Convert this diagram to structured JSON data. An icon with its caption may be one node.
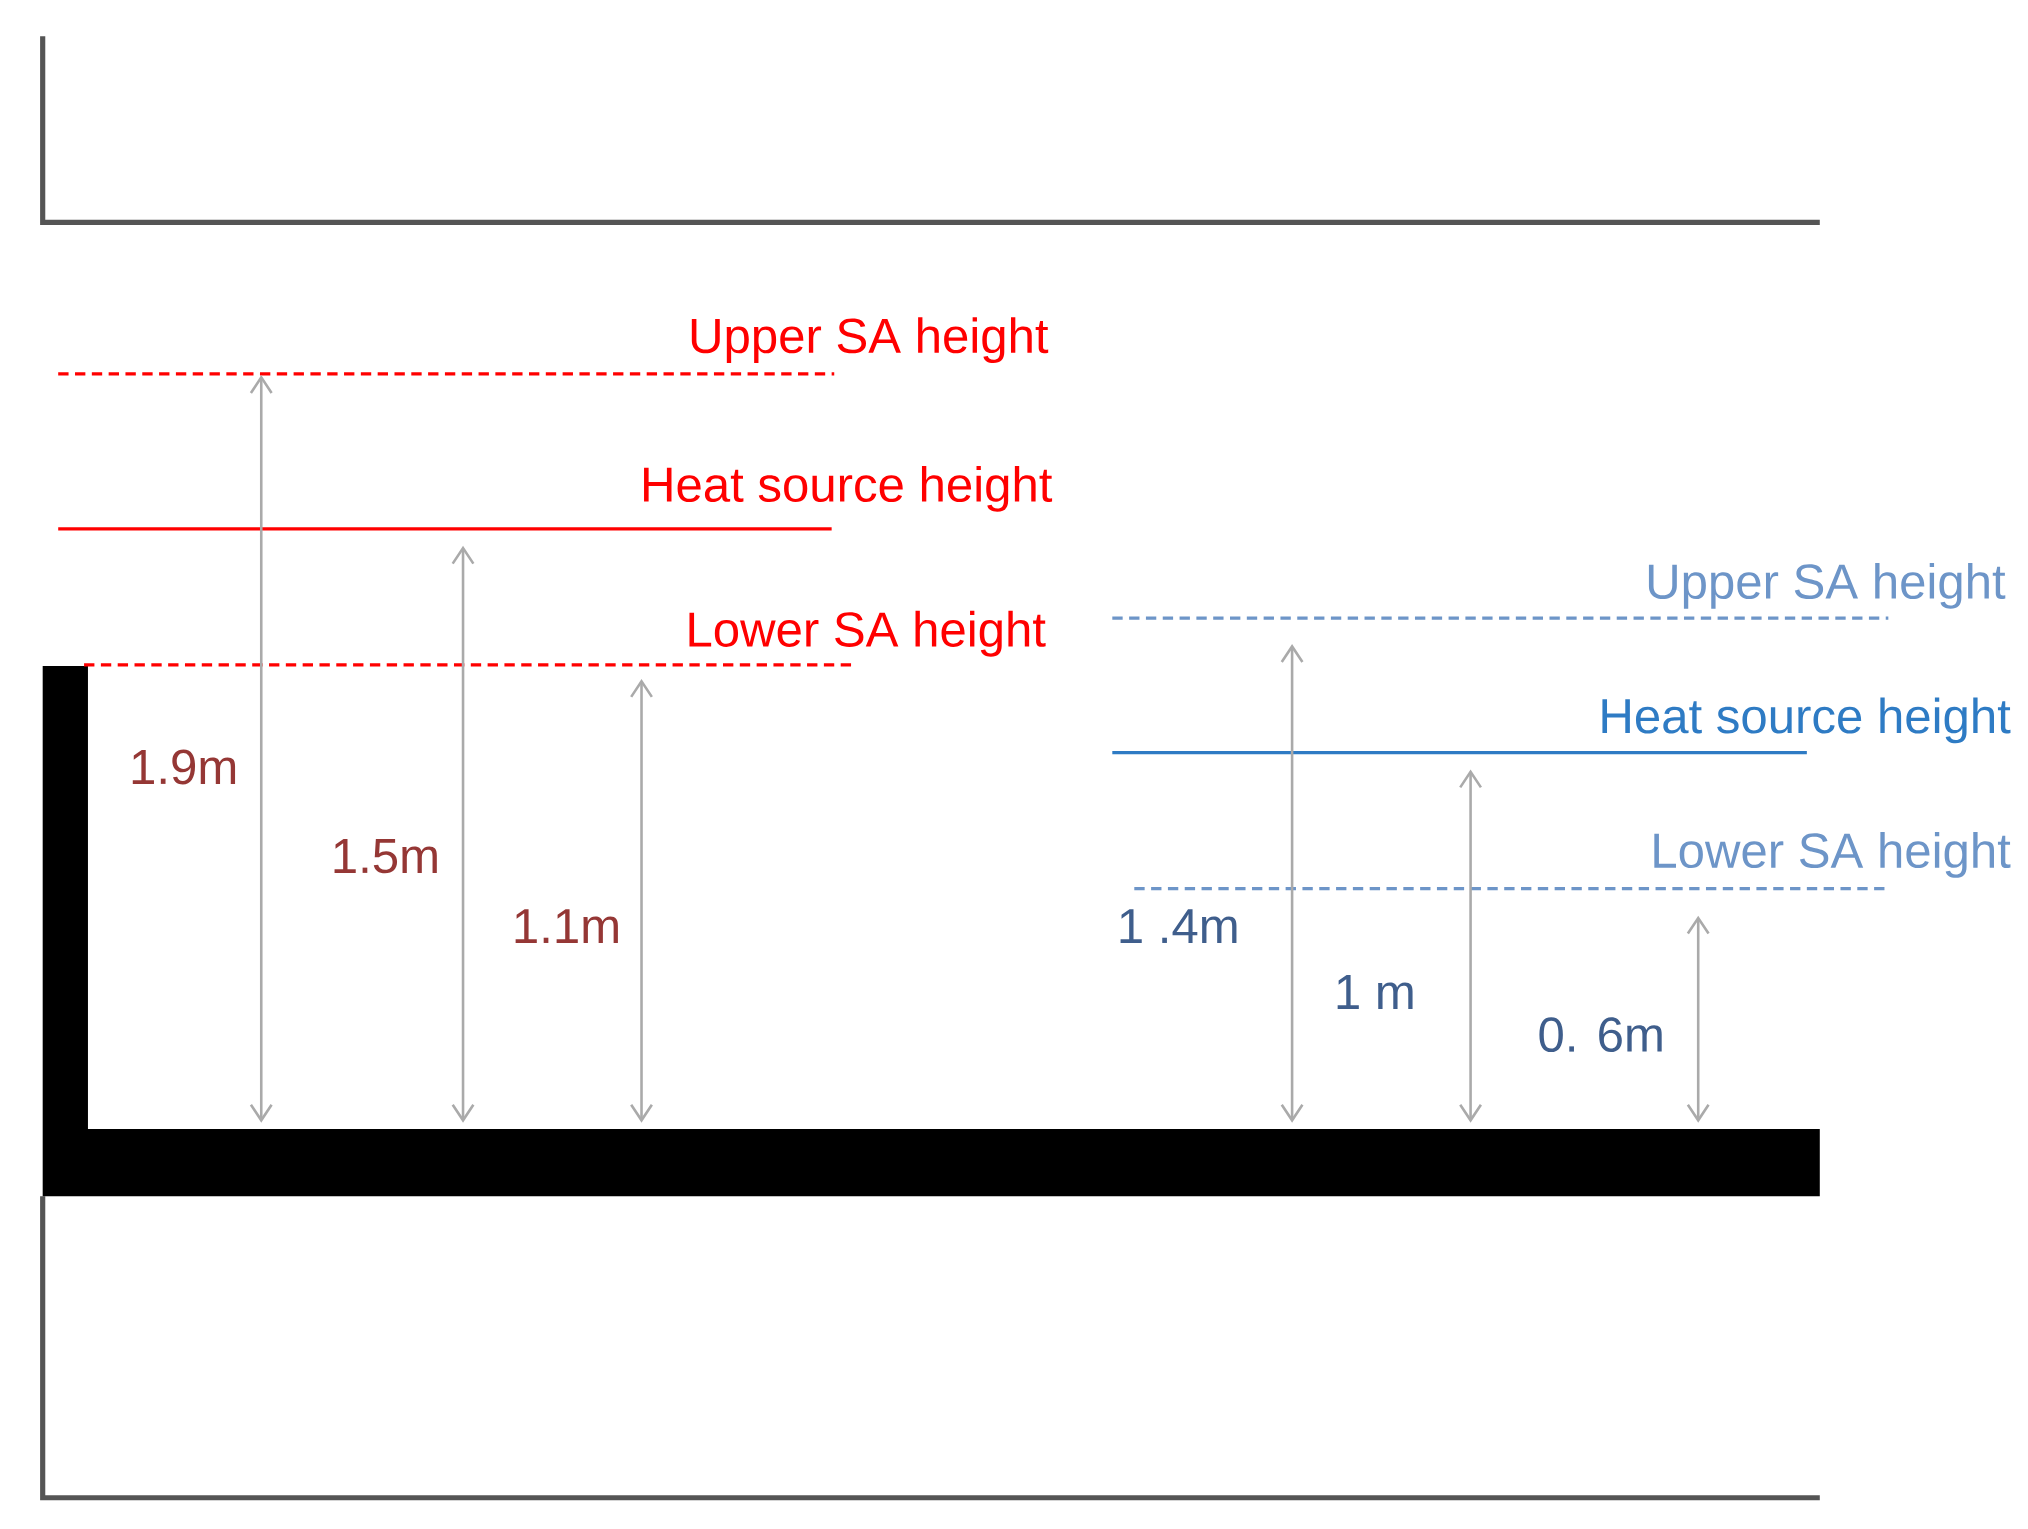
{
  "diagram": {
    "labels": [
      "Upper SA height",
      "Heat source height",
      "Lower SA height",
      "1.9m",
      "1.5m",
      "1.1m",
      "Upper SA height",
      "Heat source height",
      "Lower SA height",
      "1 .4m",
      "1 m",
      "0. 6m"
    ]
  }
}
